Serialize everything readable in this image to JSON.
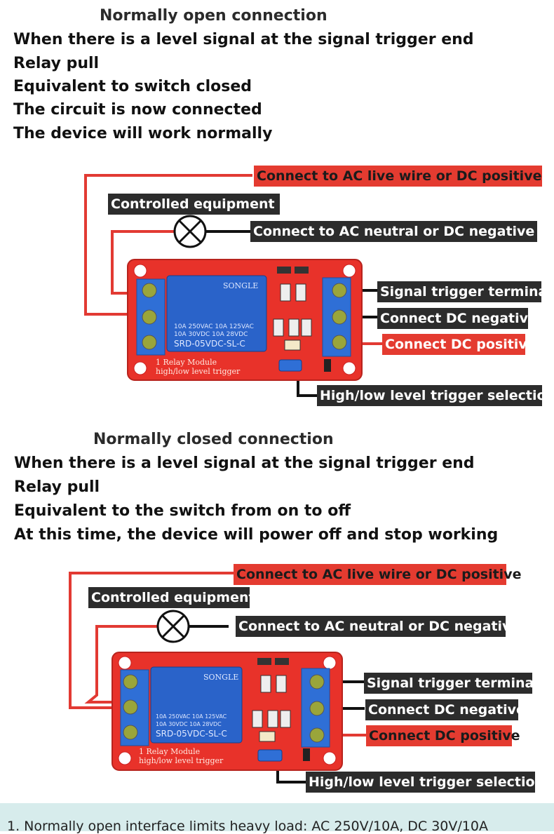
{
  "section1": {
    "heading": "Normally open connection",
    "lines": [
      "When there is a level signal at the signal trigger end",
      "Relay pull",
      "Equivalent to switch closed",
      "The circuit is now connected",
      "The device will work normally"
    ],
    "labels": {
      "live": "Connect to AC live wire or DC positive",
      "equipment": "Controlled equipment",
      "neutral": "Connect to AC neutral or DC negative",
      "signal": "Signal trigger terminal",
      "dc_negative": "Connect DC negative",
      "dc_positive": "Connect DC positive",
      "selection": "High/low level trigger selection"
    }
  },
  "section2": {
    "heading": "Normally closed connection",
    "lines": [
      "When there is a level signal at the signal trigger end",
      "Relay pull",
      "Equivalent to the switch from on to off",
      "At this time, the device will power off and stop working"
    ],
    "labels": {
      "live": "Connect to AC live wire or DC positive",
      "equipment": "Controlled equipment",
      "neutral": "Connect to AC neutral or DC negative",
      "signal": "Signal trigger terminal",
      "dc_negative": "Connect DC negative",
      "dc_positive": "Connect DC positive",
      "selection": "High/low level trigger selection"
    }
  },
  "board": {
    "relay_brand": "SONGLE",
    "relay_line1": "10A 250VAC 10A 125VAC",
    "relay_line2": "10A 30VDC 10A 28VDC",
    "relay_model": "SRD-05VDC-SL-C",
    "pcb_line1": "1 Relay  Module",
    "pcb_line2": "high/low level trigger"
  },
  "footer": {
    "note": "1. Normally open interface limits heavy load: AC 250V/10A, DC 30V/10A"
  },
  "colors": {
    "board": "#e8322a",
    "relay": "#2a63c9",
    "terminal": "#2f6fd6",
    "label_dark": "#2c2c2c",
    "label_red": "#e43b30",
    "wire_red": "#e23a33"
  }
}
